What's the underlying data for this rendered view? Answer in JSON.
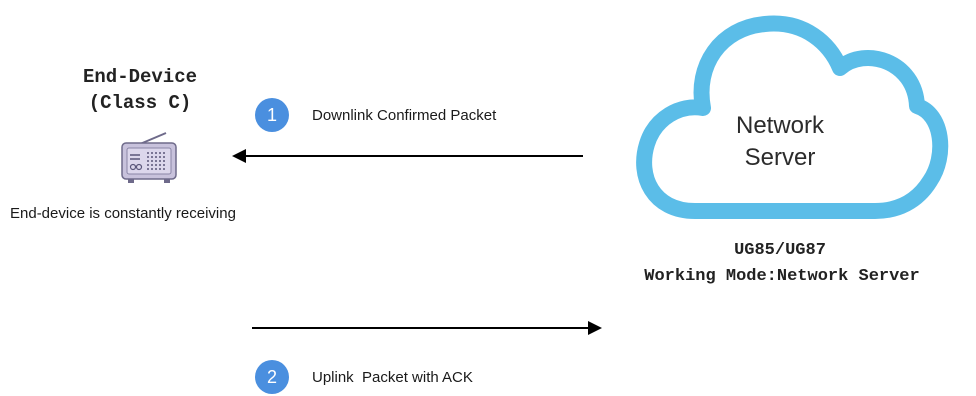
{
  "end_device": {
    "title_line1": "End-Device",
    "title_line2": "(Class C)",
    "status_text": "End-device is constantly receiving",
    "icon": "radio-icon"
  },
  "steps": [
    {
      "number": "1",
      "label": "Downlink Confirmed Packet",
      "direction": "server-to-device"
    },
    {
      "number": "2",
      "label": "Uplink  Packet with ACK",
      "direction": "device-to-server"
    }
  ],
  "network_server": {
    "line1": "Network",
    "line2": "Server",
    "icon": "cloud-icon"
  },
  "gateway": {
    "model": "UG85/UG87",
    "mode": "Working Mode:Network Server"
  },
  "colors": {
    "cloud_stroke": "#5bbde8",
    "badge": "#4a8fdf",
    "arrow": "#000000",
    "radio_body": "#c8c2dc",
    "radio_outline": "#6e6a8a"
  }
}
